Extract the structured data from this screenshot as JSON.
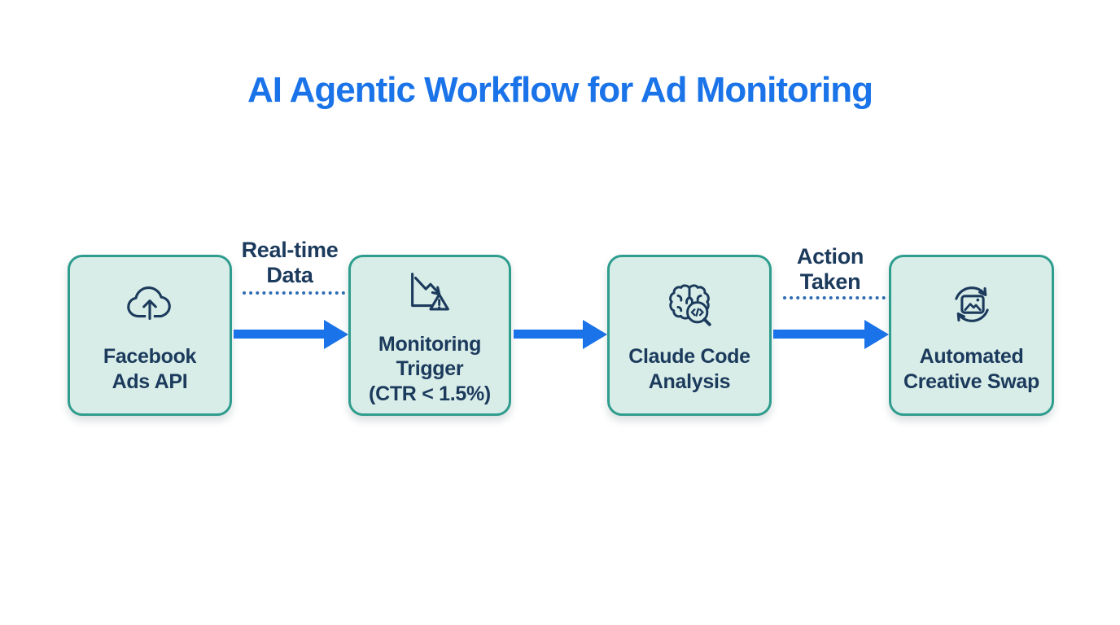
{
  "title": "AI Agentic Workflow for Ad Monitoring",
  "colors": {
    "title_blue": "#1a73e8",
    "arrow_blue": "#1a73e8",
    "node_fill": "#d9ede8",
    "node_border": "#2f9d8e",
    "text_navy": "#1b3a5c",
    "dotted_line_blue": "#2d6bb2",
    "background": "#ffffff"
  },
  "flow": {
    "nodes": [
      {
        "icon": "cloud-upload-icon",
        "label": "Facebook Ads API",
        "lines": [
          "Facebook",
          "Ads API"
        ]
      },
      {
        "icon": "declining-chart-warning-icon",
        "label": "Monitoring Trigger (CTR < 1.5%)",
        "lines": [
          "Monitoring",
          "Trigger",
          "(CTR < 1.5%)"
        ]
      },
      {
        "icon": "brain-code-search-icon",
        "label": "Claude Code Analysis",
        "lines": [
          "Claude Code",
          "Analysis"
        ]
      },
      {
        "icon": "image-refresh-icon",
        "label": "Automated Creative Swap",
        "lines": [
          "Automated",
          "Creative Swap"
        ]
      }
    ],
    "connector_labels": [
      {
        "label": "Real-time Data",
        "lines": [
          "Real-time",
          "Data"
        ]
      },
      {
        "label": "Action Taken",
        "lines": [
          "Action",
          "Taken"
        ]
      }
    ]
  }
}
